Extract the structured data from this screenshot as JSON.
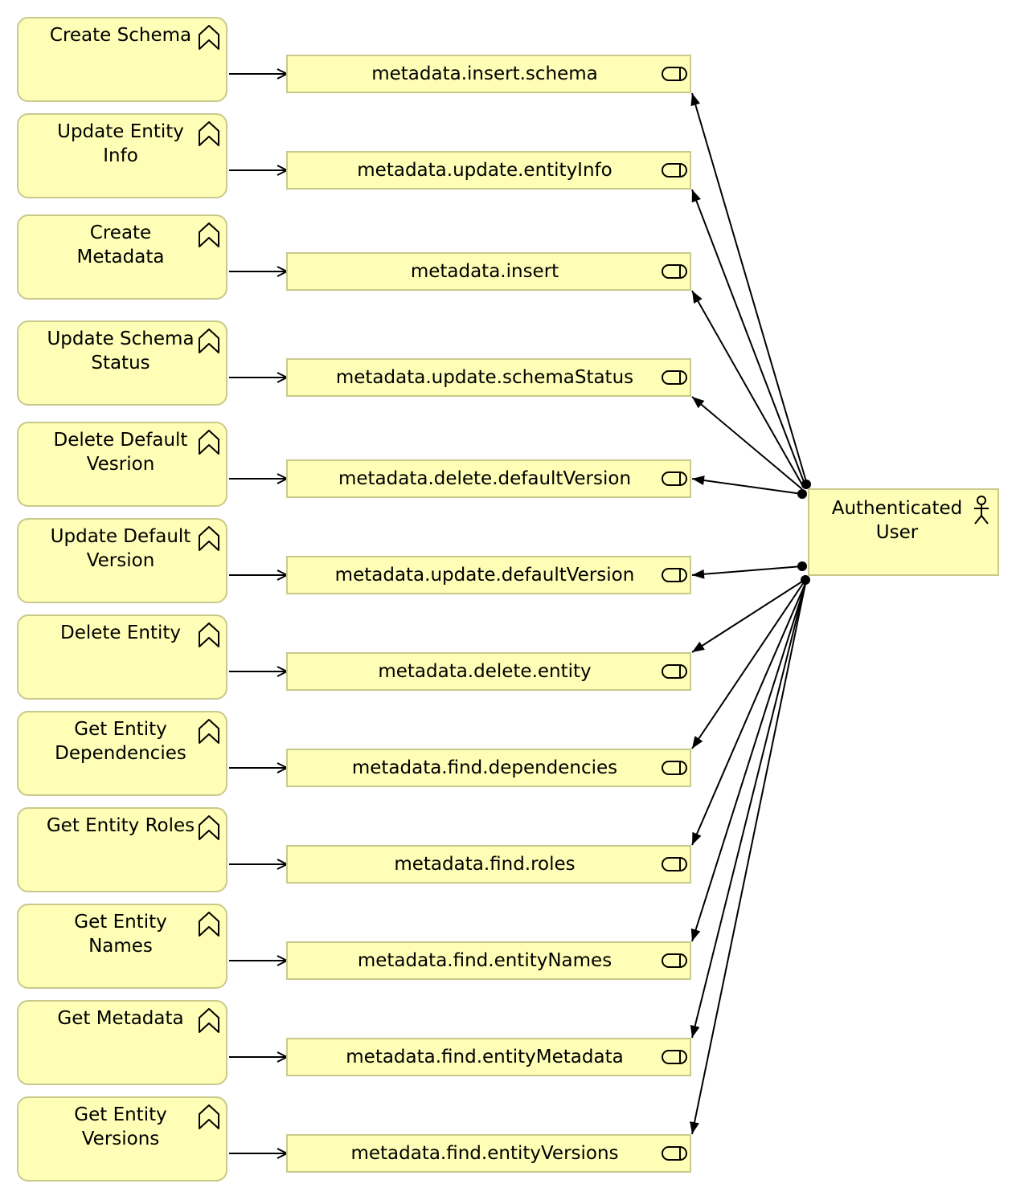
{
  "colors": {
    "element_fill": "#fefeb6",
    "element_border": "#c9c98c",
    "line": "#000000"
  },
  "functions": [
    {
      "label": "Create Schema",
      "icon": "business-function-icon"
    },
    {
      "label": "Update Entity\nInfo",
      "icon": "business-function-icon"
    },
    {
      "label": "Create\nMetadata",
      "icon": "business-function-icon"
    },
    {
      "label": "Update Schema\nStatus",
      "icon": "business-function-icon"
    },
    {
      "label": "Delete Default\nVesrion",
      "icon": "business-function-icon"
    },
    {
      "label": "Update Default\nVersion",
      "icon": "business-function-icon"
    },
    {
      "label": "Delete Entity",
      "icon": "business-function-icon"
    },
    {
      "label": "Get Entity\nDependencies",
      "icon": "business-function-icon"
    },
    {
      "label": "Get Entity Roles",
      "icon": "business-function-icon"
    },
    {
      "label": "Get Entity\nNames",
      "icon": "business-function-icon"
    },
    {
      "label": "Get Metadata",
      "icon": "business-function-icon"
    },
    {
      "label": "Get Entity\nVersions",
      "icon": "business-function-icon"
    }
  ],
  "services": [
    {
      "label": "metadata.insert.schema",
      "icon": "service-icon"
    },
    {
      "label": "metadata.update.entityInfo",
      "icon": "service-icon"
    },
    {
      "label": "metadata.insert",
      "icon": "service-icon"
    },
    {
      "label": "metadata.update.schemaStatus",
      "icon": "service-icon"
    },
    {
      "label": "metadata.delete.defaultVersion",
      "icon": "service-icon"
    },
    {
      "label": "metadata.update.defaultVersion",
      "icon": "service-icon"
    },
    {
      "label": "metadata.delete.entity",
      "icon": "service-icon"
    },
    {
      "label": "metadata.find.dependencies",
      "icon": "service-icon"
    },
    {
      "label": "metadata.find.roles",
      "icon": "service-icon"
    },
    {
      "label": "metadata.find.entityNames",
      "icon": "service-icon"
    },
    {
      "label": "metadata.find.entityMetadata",
      "icon": "service-icon"
    },
    {
      "label": "metadata.find.entityVersions",
      "icon": "service-icon"
    }
  ],
  "actor": {
    "label": "Authenticated\nUser",
    "icon": "actor-icon"
  }
}
